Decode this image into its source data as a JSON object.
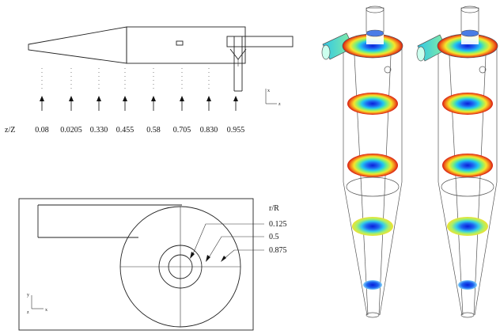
{
  "axial": {
    "label": "z/Z",
    "stations": [
      "0.08",
      "0.0205",
      "0.330",
      "0.455",
      "0.58",
      "0.705",
      "0.830",
      "0.955"
    ],
    "axis_x": "x",
    "axis_z": "z"
  },
  "radial": {
    "label": "r/R",
    "values": [
      "0.125",
      "0.5",
      "0.875"
    ],
    "axis_y": "y",
    "axis_z": "z",
    "axis_x": "x"
  }
}
